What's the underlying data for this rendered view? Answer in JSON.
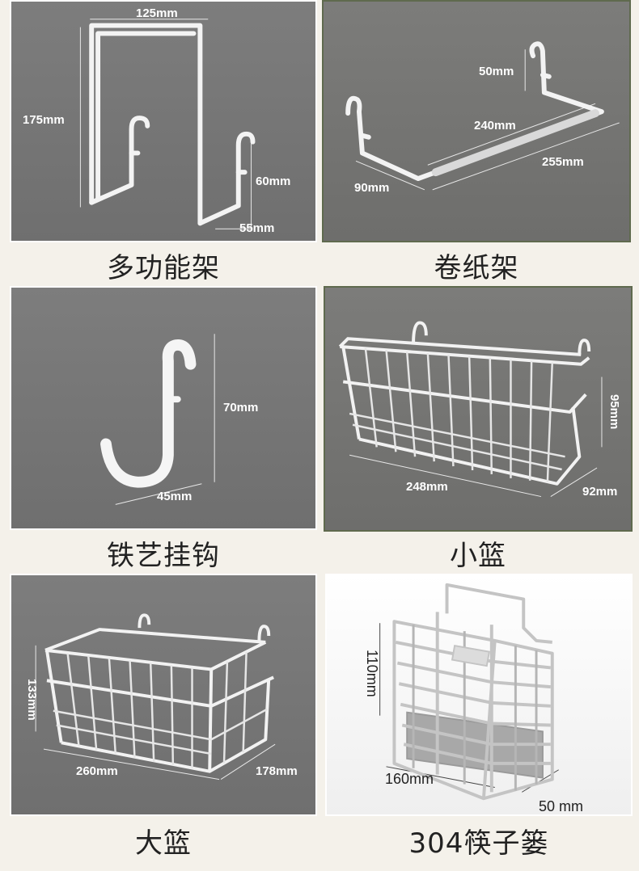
{
  "products": [
    {
      "caption": "多功能架",
      "dims": {
        "width": "125mm",
        "height": "175mm",
        "hook": "60mm",
        "depth": "55mm"
      }
    },
    {
      "caption": "卷纸架",
      "dims": {
        "hook": "50mm",
        "inner": "240mm",
        "outer": "255mm",
        "depth": "90mm"
      }
    },
    {
      "caption": "铁艺挂钩",
      "dims": {
        "height": "70mm",
        "width": "45mm"
      }
    },
    {
      "caption": "小篮",
      "dims": {
        "height": "95mm",
        "width": "248mm",
        "depth": "92mm"
      }
    },
    {
      "caption": "大篮",
      "dims": {
        "height": "133mm",
        "width": "260mm",
        "depth": "178mm"
      }
    },
    {
      "caption": "304筷子篓",
      "dims": {
        "height": "110mm",
        "width": "160mm",
        "depth": "50 mm"
      }
    }
  ],
  "colors": {
    "page_bg": "#f4f1ea",
    "panel_gray": "#767676",
    "wire_white": "#f2f2f2",
    "steel": "#c8c8c8",
    "green_border": "#5f6a4e"
  }
}
